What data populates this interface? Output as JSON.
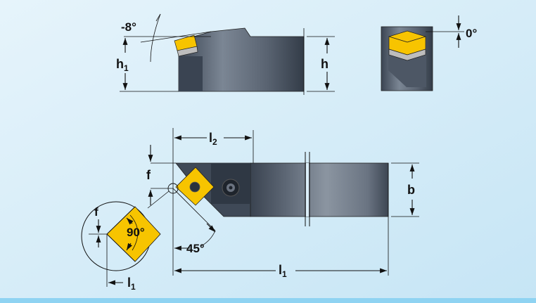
{
  "colors": {
    "background": "#dbeef8",
    "background_edge": "#b9dcf0",
    "bottom_rule": "#8fd3f2",
    "steel_dark": "#3a4452",
    "steel_mid": "#6f7a88",
    "steel_light": "#9aa4b0",
    "insert_yellow": "#f7c400",
    "insert_grey": "#b8b8b8"
  },
  "labels": {
    "angle_neg8": "-8°",
    "h1_main": "h",
    "h1_sub": "1",
    "h": "h",
    "angle_0": "0°",
    "l2_main": "l",
    "l2_sub": "2",
    "f_top": "f",
    "b": "b",
    "f_detail": "f",
    "angle_90": "90°",
    "angle_45": "45°",
    "l1_main": "l",
    "l1_sub": "1",
    "l1_detail_main": "l",
    "l1_detail_sub": "1"
  }
}
